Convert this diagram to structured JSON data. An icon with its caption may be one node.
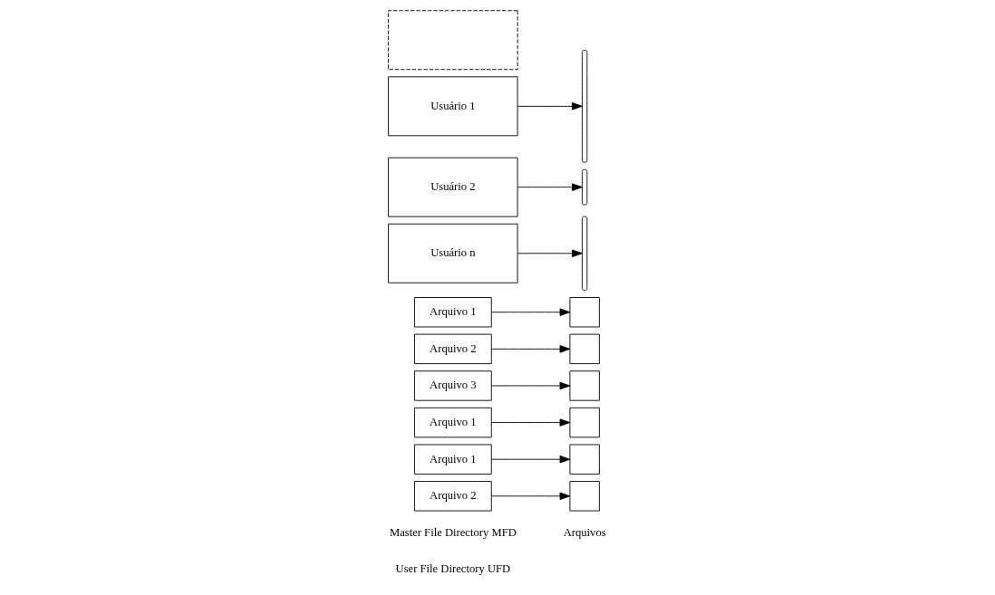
{
  "diagram": {
    "nodes": [
      {
        "text": [
          "Usuário 1"
        ]
      },
      {
        "text": [
          "Usuário 2"
        ]
      },
      {
        "text": [],
        "shape": "box"
      },
      {
        "text": [
          "Usuário n"
        ]
      },
      {
        "text": [],
        "shape": "brace"
      },
      {
        "text": [
          "Arquivo 1"
        ]
      },
      {
        "text": [
          "Arquivo 2"
        ]
      },
      {
        "text": [
          "Arquivo 3"
        ]
      },
      {
        "text": [],
        "shape": "brace"
      },
      {
        "text": [
          "Arquivo 1"
        ]
      },
      {
        "text": [],
        "shape": "brace"
      },
      {
        "text": [
          "Arquivo 1"
        ]
      },
      {
        "text": [
          "Arquivo 2"
        ]
      },
      {
        "text": [],
        "shape": "box"
      },
      {
        "text": [],
        "shape": "box"
      },
      {
        "text": [],
        "shape": "box"
      },
      {
        "text": [],
        "shape": "box"
      },
      {
        "text": [],
        "shape": "box"
      },
      {
        "text": [],
        "shape": "box"
      }
    ],
    "edges": [
      {
        "from": 0,
        "to": 4,
        "arrow": "to"
      },
      {
        "from": 1,
        "to": 8,
        "arrow": "to"
      },
      {
        "from": 3,
        "to": 10,
        "arrow": "to"
      },
      {
        "from": 5,
        "to": 13,
        "arrow": "to"
      },
      {
        "from": 6,
        "to": 14,
        "arrow": "to"
      },
      {
        "from": 7,
        "to": 15,
        "arrow": "to"
      },
      {
        "from": 9,
        "to": 16,
        "arrow": "to"
      },
      {
        "from": 11,
        "to": 17,
        "arrow": "to"
      },
      {
        "from": 12,
        "to": 18,
        "arrow": "to"
      }
    ],
    "labels": [
      "Master File Directory MFD",
      "User File Directory UFD",
      "Arquivos"
    ]
  }
}
